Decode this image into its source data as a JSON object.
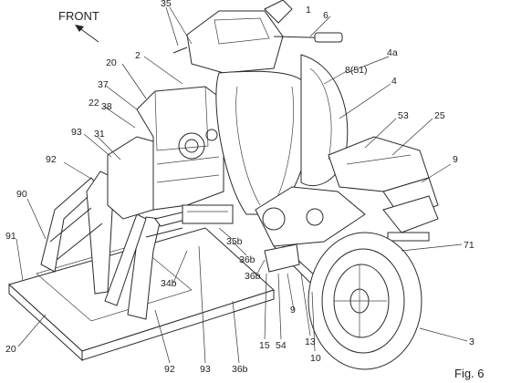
{
  "figure": {
    "front_label": "FRONT",
    "fig_label": "Fig. 6"
  },
  "labels": [
    {
      "id": "l-35",
      "text": "35"
    },
    {
      "id": "l-1",
      "text": "1"
    },
    {
      "id": "l-6",
      "text": "6"
    },
    {
      "id": "l-2",
      "text": "2"
    },
    {
      "id": "l-20a",
      "text": "20"
    },
    {
      "id": "l-4a",
      "text": "4a"
    },
    {
      "id": "l-8",
      "text": "8(51)"
    },
    {
      "id": "l-37",
      "text": "37"
    },
    {
      "id": "l-4",
      "text": "4"
    },
    {
      "id": "l-22",
      "text": "22"
    },
    {
      "id": "l-38",
      "text": "38"
    },
    {
      "id": "l-53",
      "text": "53"
    },
    {
      "id": "l-25",
      "text": "25"
    },
    {
      "id": "l-93a",
      "text": "93"
    },
    {
      "id": "l-31",
      "text": "31"
    },
    {
      "id": "l-92a",
      "text": "92"
    },
    {
      "id": "l-9a",
      "text": "9"
    },
    {
      "id": "l-90",
      "text": "90"
    },
    {
      "id": "l-91",
      "text": "91"
    },
    {
      "id": "l-35b",
      "text": "35b"
    },
    {
      "id": "l-71",
      "text": "71"
    },
    {
      "id": "l-36b1",
      "text": "36b"
    },
    {
      "id": "l-34b",
      "text": "34b"
    },
    {
      "id": "l-36b2",
      "text": "36b"
    },
    {
      "id": "l-9b",
      "text": "9"
    },
    {
      "id": "l-20b",
      "text": "20"
    },
    {
      "id": "l-15",
      "text": "15"
    },
    {
      "id": "l-54",
      "text": "54"
    },
    {
      "id": "l-13",
      "text": "13"
    },
    {
      "id": "l-10",
      "text": "10"
    },
    {
      "id": "l-92b",
      "text": "92"
    },
    {
      "id": "l-93b",
      "text": "93"
    },
    {
      "id": "l-36b3",
      "text": "36b"
    },
    {
      "id": "l-3",
      "text": "3"
    }
  ]
}
